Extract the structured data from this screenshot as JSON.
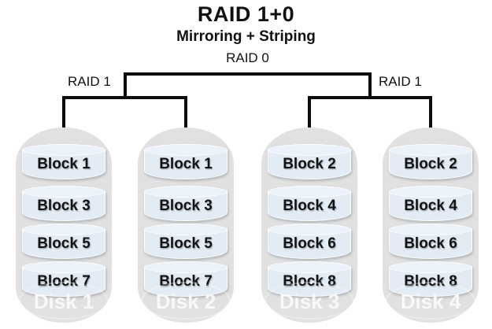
{
  "title": "RAID 1+0",
  "subtitle": "Mirroring + Striping",
  "tree": {
    "root_label": "RAID 0",
    "left_group_label": "RAID 1",
    "right_group_label": "RAID 1"
  },
  "disks": [
    {
      "name": "Disk 1",
      "blocks": [
        "Block 1",
        "Block 3",
        "Block 5",
        "Block 7"
      ]
    },
    {
      "name": "Disk 2",
      "blocks": [
        "Block 1",
        "Block 3",
        "Block 5",
        "Block 7"
      ]
    },
    {
      "name": "Disk 3",
      "blocks": [
        "Block 2",
        "Block 4",
        "Block 6",
        "Block 8"
      ]
    },
    {
      "name": "Disk 4",
      "blocks": [
        "Block 2",
        "Block 4",
        "Block 6",
        "Block 8"
      ]
    }
  ],
  "colors": {
    "background": "#ffffff",
    "line": "#0b0b0b",
    "text": "#111111",
    "disk_fill": "#e1e1e1",
    "disk_label_text": "#f8f8f8",
    "block_fill": "#e3ebf4",
    "block_top_fill": "#ecf2f9",
    "block_border": "#ffffff"
  }
}
